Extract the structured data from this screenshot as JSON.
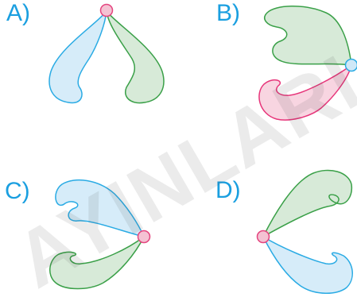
{
  "options": [
    {
      "key": "a",
      "label": "A)"
    },
    {
      "key": "b",
      "label": "B)"
    },
    {
      "key": "c",
      "label": "C)"
    },
    {
      "key": "d",
      "label": "D)"
    }
  ],
  "watermark": {
    "text": "AYINLARI",
    "color": "#3a3a3a",
    "opacity": 0.1
  },
  "colors": {
    "label": "#1a9fe0",
    "blue_fill": "#d6ecf9",
    "blue_stroke": "#2aabe4",
    "green_fill": "#d7ead8",
    "green_stroke": "#3aa048",
    "pink_fill": "#f8d5e1",
    "pink_stroke": "#e7357a",
    "pivot_pink_fill": "#f4c2d3",
    "pivot_pink_stroke": "#e4457f",
    "pivot_blue_fill": "#cfe8f7",
    "pivot_blue_stroke": "#2aabe4"
  }
}
